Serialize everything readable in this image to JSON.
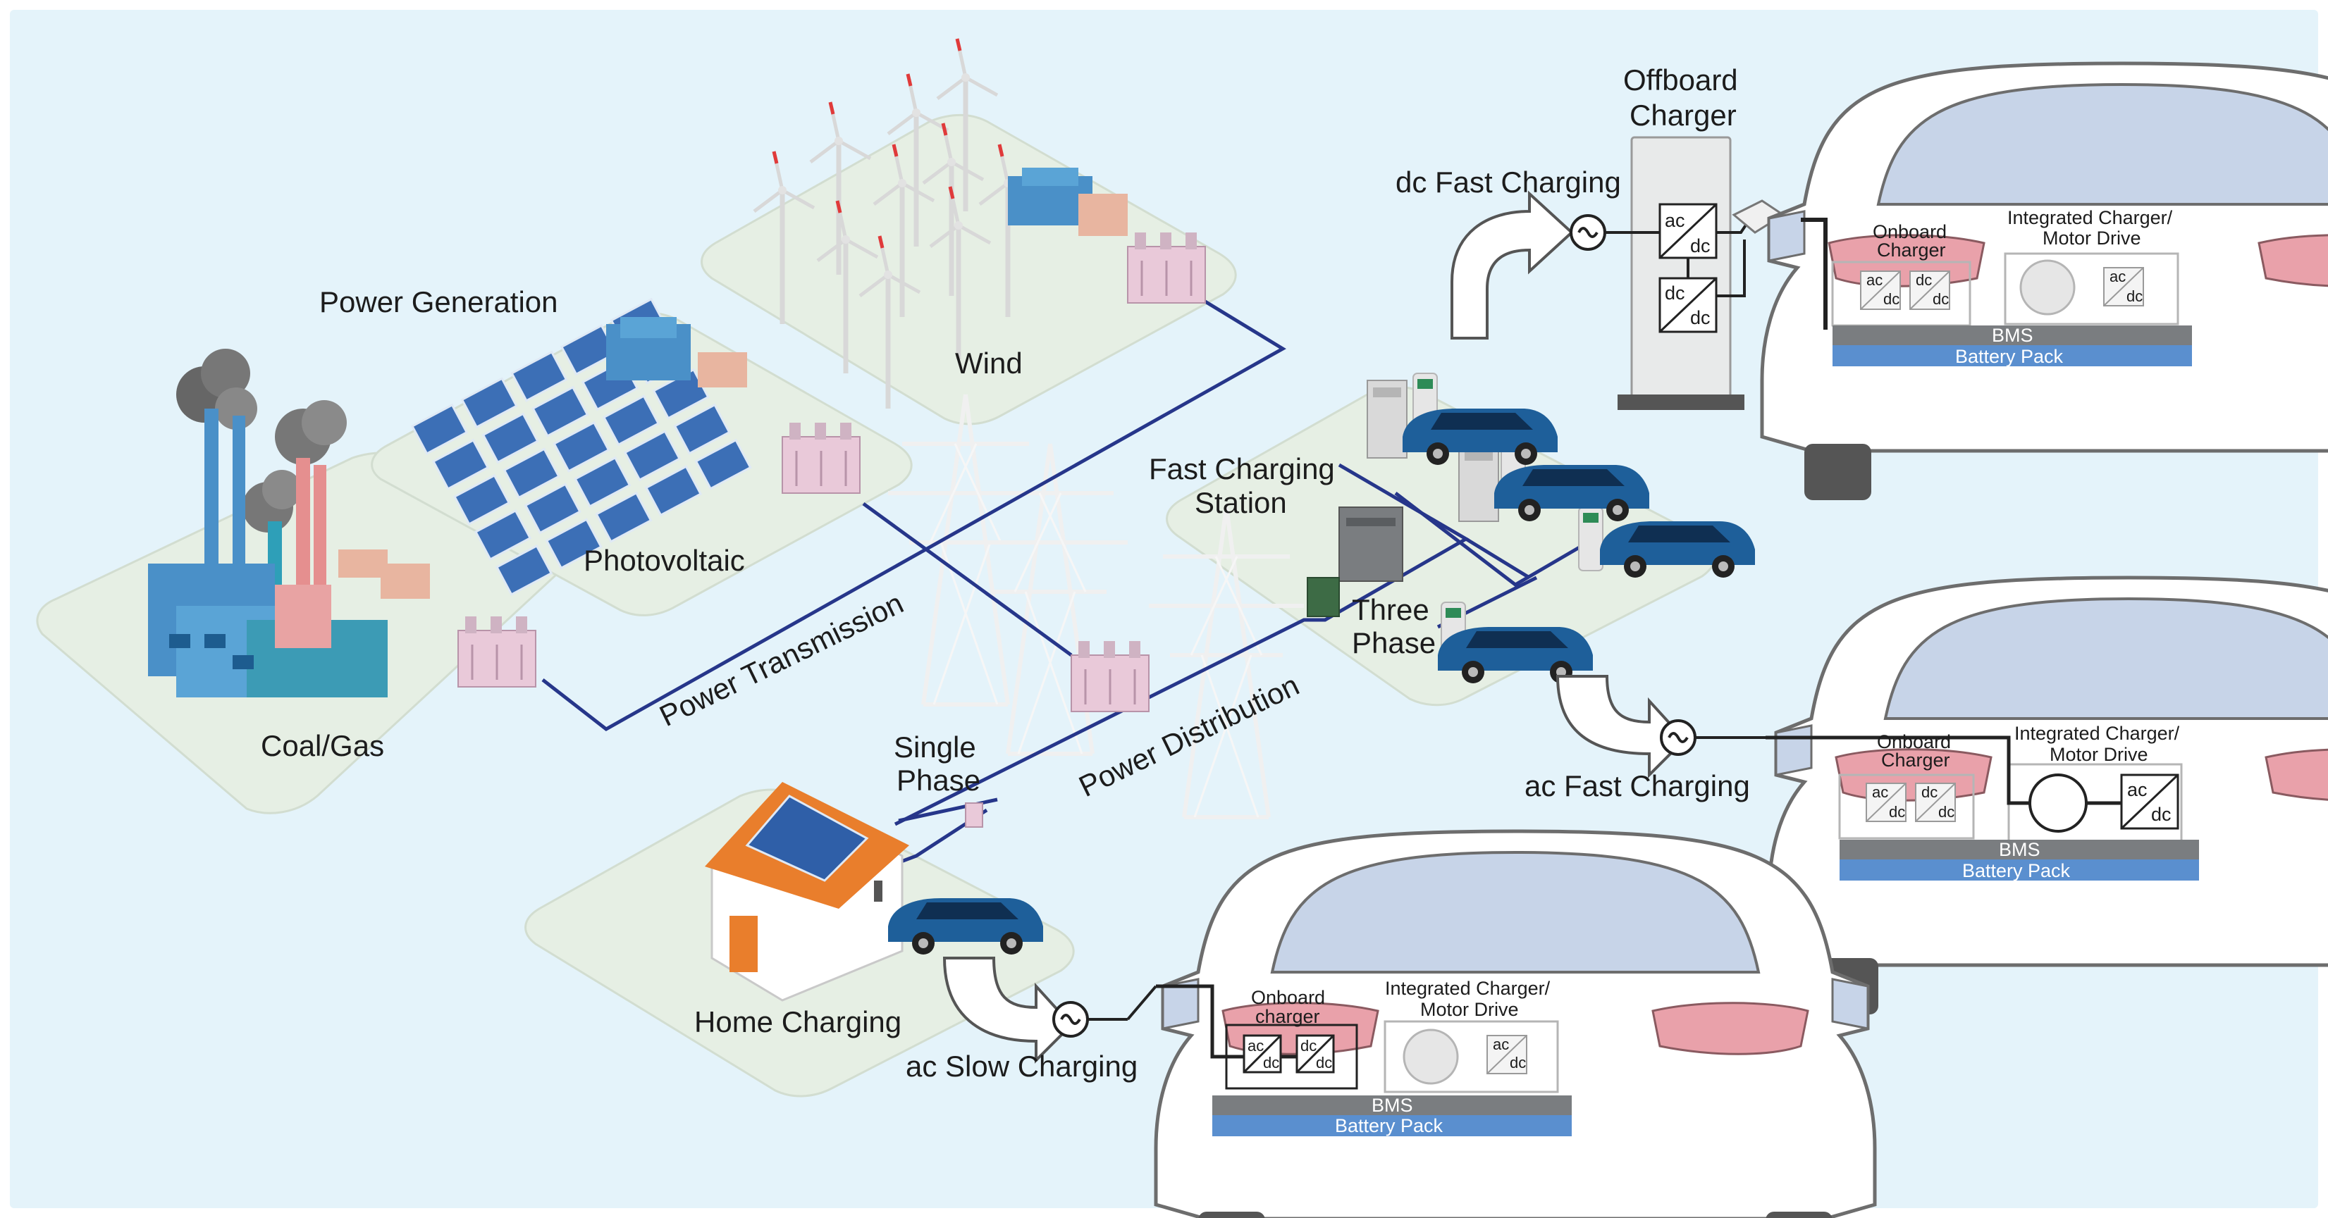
{
  "labels": {
    "power_generation": "Power Generation",
    "photovoltaic": "Photovoltaic",
    "wind": "Wind",
    "coal_gas": "Coal/Gas",
    "power_transmission": "Power Transmission",
    "power_distribution": "Power Distribution",
    "fast_charging_station_1": "Fast Charging",
    "fast_charging_station_2": "Station",
    "three_phase_1": "Three",
    "three_phase_2": "Phase",
    "single_phase_1": "Single",
    "single_phase_2": "Phase",
    "home_charging": "Home Charging",
    "offboard_charger_1": "Offboard",
    "offboard_charger_2": "Charger",
    "dc_fast_charging": "dc Fast Charging",
    "ac_fast_charging": "ac Fast Charging",
    "ac_slow_charging": "ac Slow Charging"
  },
  "converter": {
    "ac": "ac",
    "dc": "dc"
  },
  "cars": [
    {
      "onboard_1": "Onboard",
      "onboard_2": "Charger",
      "integrated_1": "Integrated Charger/",
      "integrated_2": "Motor Drive",
      "bms": "BMS",
      "battery": "Battery Pack"
    },
    {
      "onboard_1": "Onboard",
      "onboard_2": "Charger",
      "integrated_1": "Integrated Charger/",
      "integrated_2": "Motor Drive",
      "bms": "BMS",
      "battery": "Battery Pack"
    },
    {
      "onboard_1": "Onboard",
      "onboard_2": "charger",
      "integrated_1": "Integrated Charger/",
      "integrated_2": "Motor Drive",
      "bms": "BMS",
      "battery": "Battery Pack"
    }
  ],
  "colors": {
    "background": "#e4f3fa",
    "platform": "#e6efe4",
    "line": "#26368a",
    "bms": "#7a7d80",
    "battery": "#5a8fcf",
    "tail_light": "#e9a1aa",
    "ev_blue": "#1e5f9a"
  }
}
